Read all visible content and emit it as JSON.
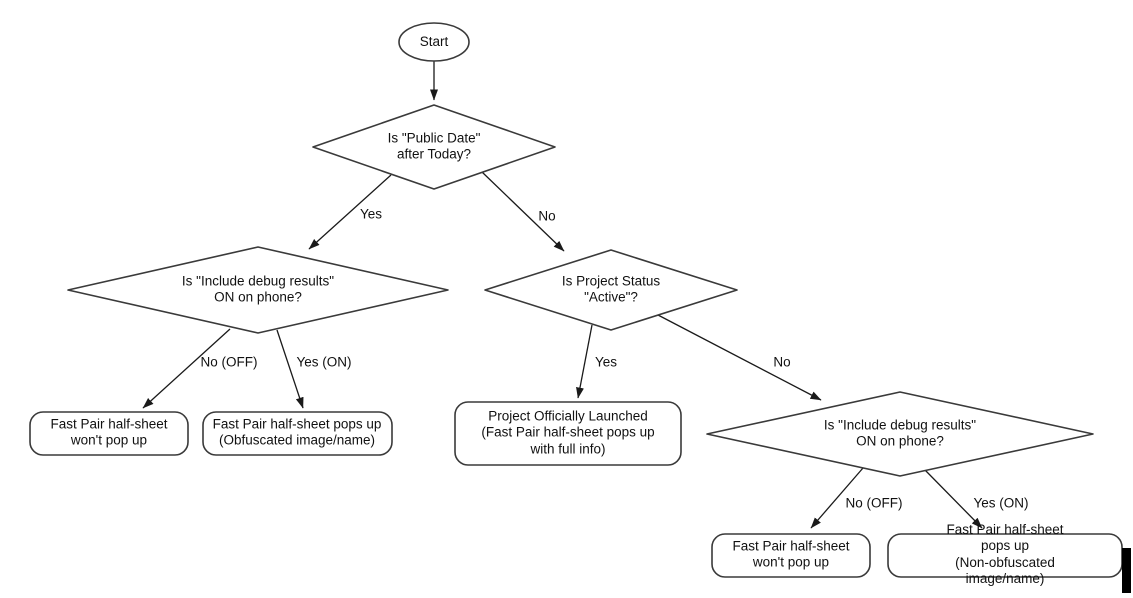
{
  "diagram": {
    "type": "flowchart",
    "topic": "Fast Pair half-sheet pop-up decision flow"
  },
  "colors": {
    "background": "#ffffff",
    "shape_stroke": "#3a3a3a",
    "arrow": "#1a1a1a",
    "text": "#111111"
  },
  "nodes": {
    "start": {
      "type": "terminator",
      "label": "Start"
    },
    "d1": {
      "type": "decision",
      "label": "Is \"Public Date\"\nafter Today?"
    },
    "d2": {
      "type": "decision",
      "label": "Is \"Include debug results\"\nON on phone?"
    },
    "d3": {
      "type": "decision",
      "label": "Is Project Status\n\"Active\"?"
    },
    "d4": {
      "type": "decision",
      "label": "Is \"Include debug results\"\nON on phone?"
    },
    "t1": {
      "type": "result",
      "label": "Fast Pair half-sheet\nwon't pop up"
    },
    "t2": {
      "type": "result",
      "label": "Fast Pair half-sheet pops up\n(Obfuscated image/name)"
    },
    "t3": {
      "type": "result",
      "label": "Project Officially Launched\n(Fast Pair half-sheet pops up\nwith full info)"
    },
    "t4": {
      "type": "result",
      "label": "Fast Pair half-sheet\nwon't pop up"
    },
    "t5": {
      "type": "result",
      "label": "Fast Pair half-sheet pops up\n(Non-obfuscated image/name)"
    }
  },
  "edges": [
    {
      "from": "start",
      "to": "d1",
      "label": ""
    },
    {
      "from": "d1",
      "to": "d2",
      "label": "Yes"
    },
    {
      "from": "d1",
      "to": "d3",
      "label": "No"
    },
    {
      "from": "d2",
      "to": "t1",
      "label": "No (OFF)"
    },
    {
      "from": "d2",
      "to": "t2",
      "label": "Yes (ON)"
    },
    {
      "from": "d3",
      "to": "t3",
      "label": "Yes"
    },
    {
      "from": "d3",
      "to": "d4",
      "label": "No"
    },
    {
      "from": "d4",
      "to": "t4",
      "label": "No (OFF)"
    },
    {
      "from": "d4",
      "to": "t5",
      "label": "Yes (ON)"
    }
  ]
}
